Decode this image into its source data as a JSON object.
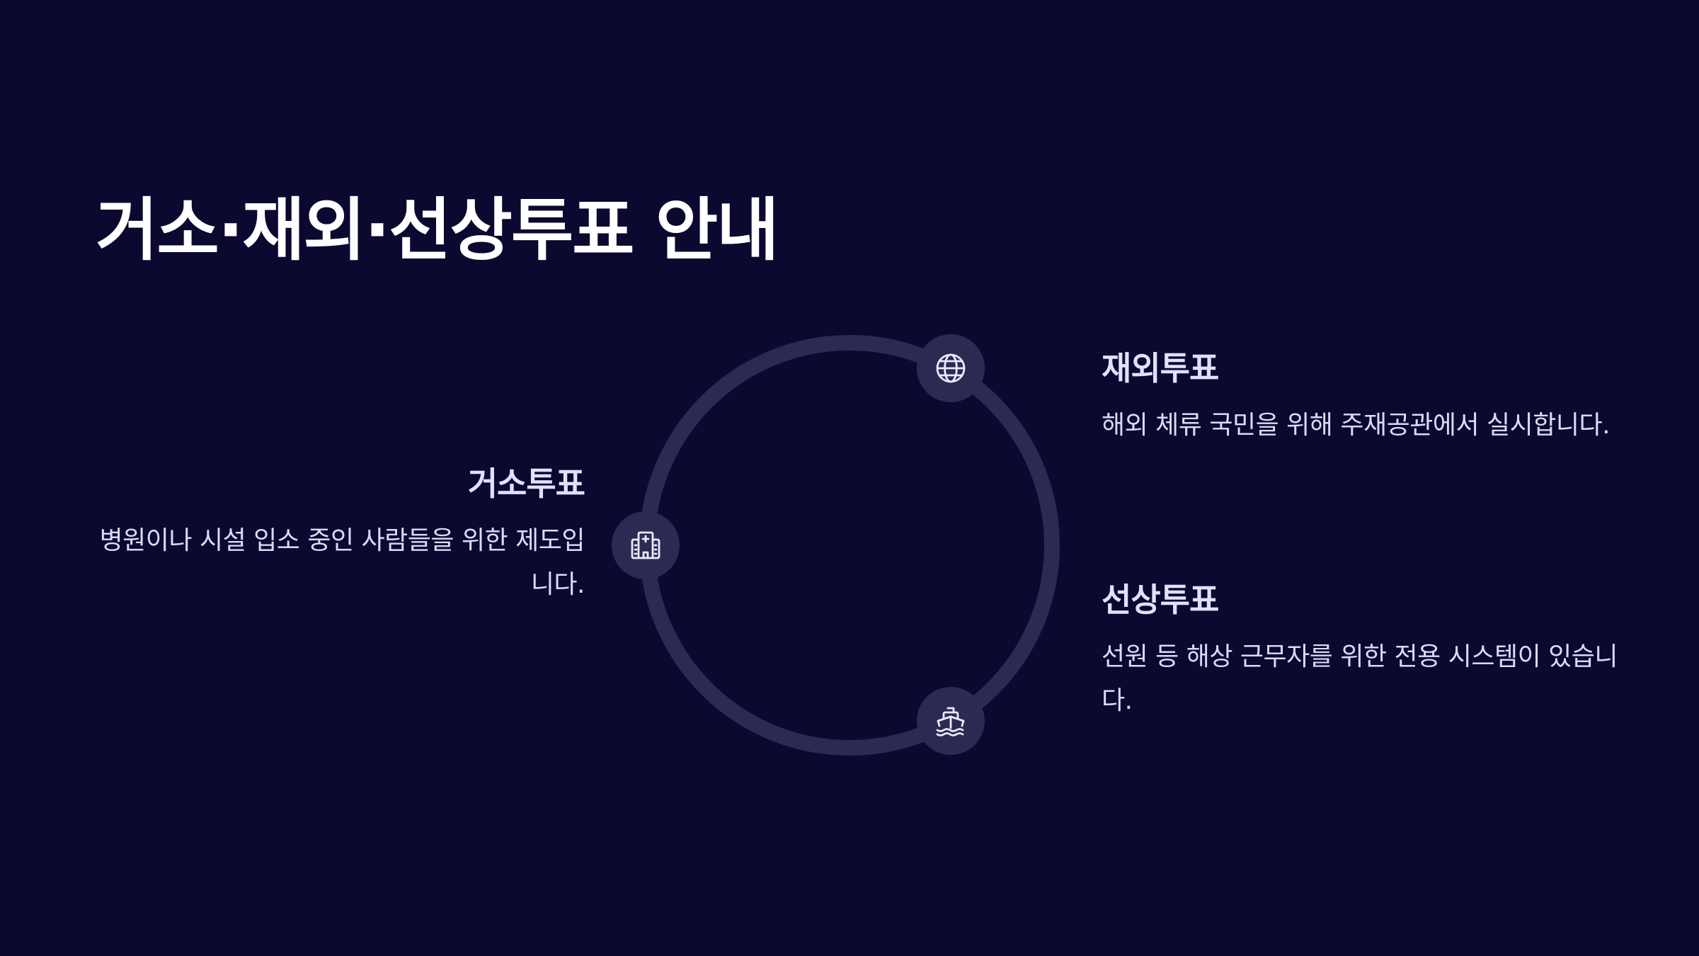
{
  "title": "거소·재외·선상투표 안내",
  "colors": {
    "background": "#0b0930",
    "ring": "#2c2a52",
    "icon_stroke": "#ece9ff",
    "heading": "#e2e0fb",
    "text": "#dcdaf4"
  },
  "items": [
    {
      "icon": "hospital-icon",
      "title": "거소투표",
      "description": "병원이나 시설 입소 중인 사람들을 위한 제도입니다."
    },
    {
      "icon": "globe-icon",
      "title": "재외투표",
      "description": "해외 체류 국민을 위해 주재공관에서 실시합니다."
    },
    {
      "icon": "ship-icon",
      "title": "선상투표",
      "description": "선원 등 해상 근무자를 위한 전용 시스템이 있습니다."
    }
  ]
}
